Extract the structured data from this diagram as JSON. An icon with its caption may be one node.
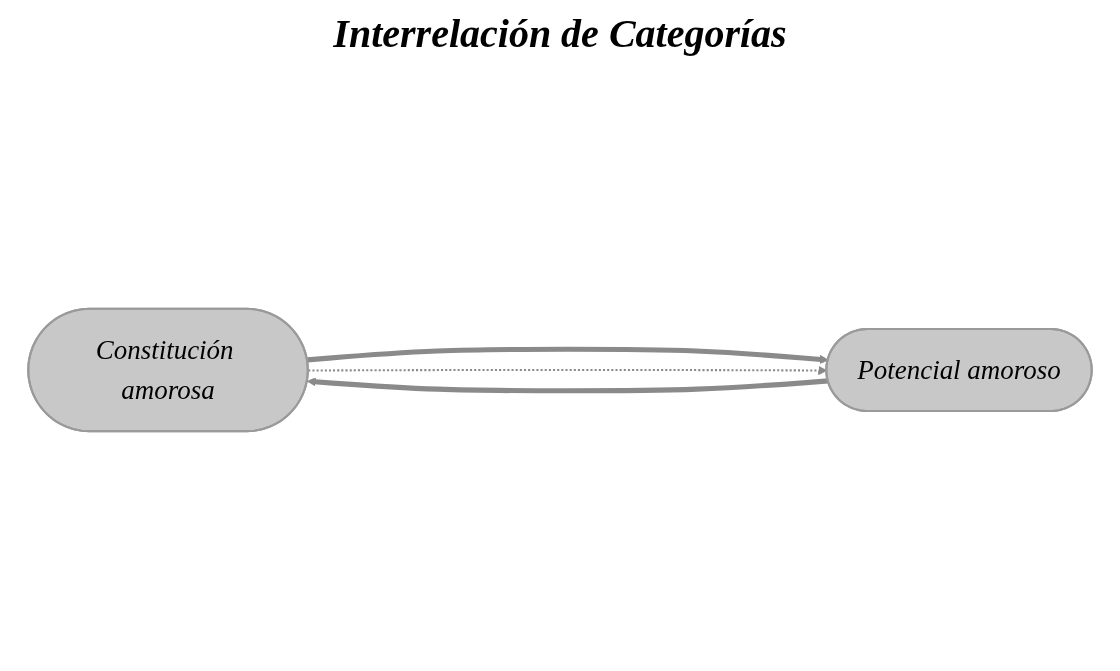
{
  "diagram": {
    "title": "Interrelación de Categorías",
    "nodes": [
      {
        "text": [
          "Constitución amorosa"
        ]
      },
      {
        "text": [
          "Potencial amoroso"
        ]
      }
    ],
    "edges": [
      {
        "from": 0,
        "to": 1,
        "arrow": "to"
      },
      {
        "from": 0,
        "to": 1,
        "arrow": "to",
        "style": "dashed"
      },
      {
        "from": 1,
        "to": 0,
        "arrow": "to"
      }
    ]
  }
}
